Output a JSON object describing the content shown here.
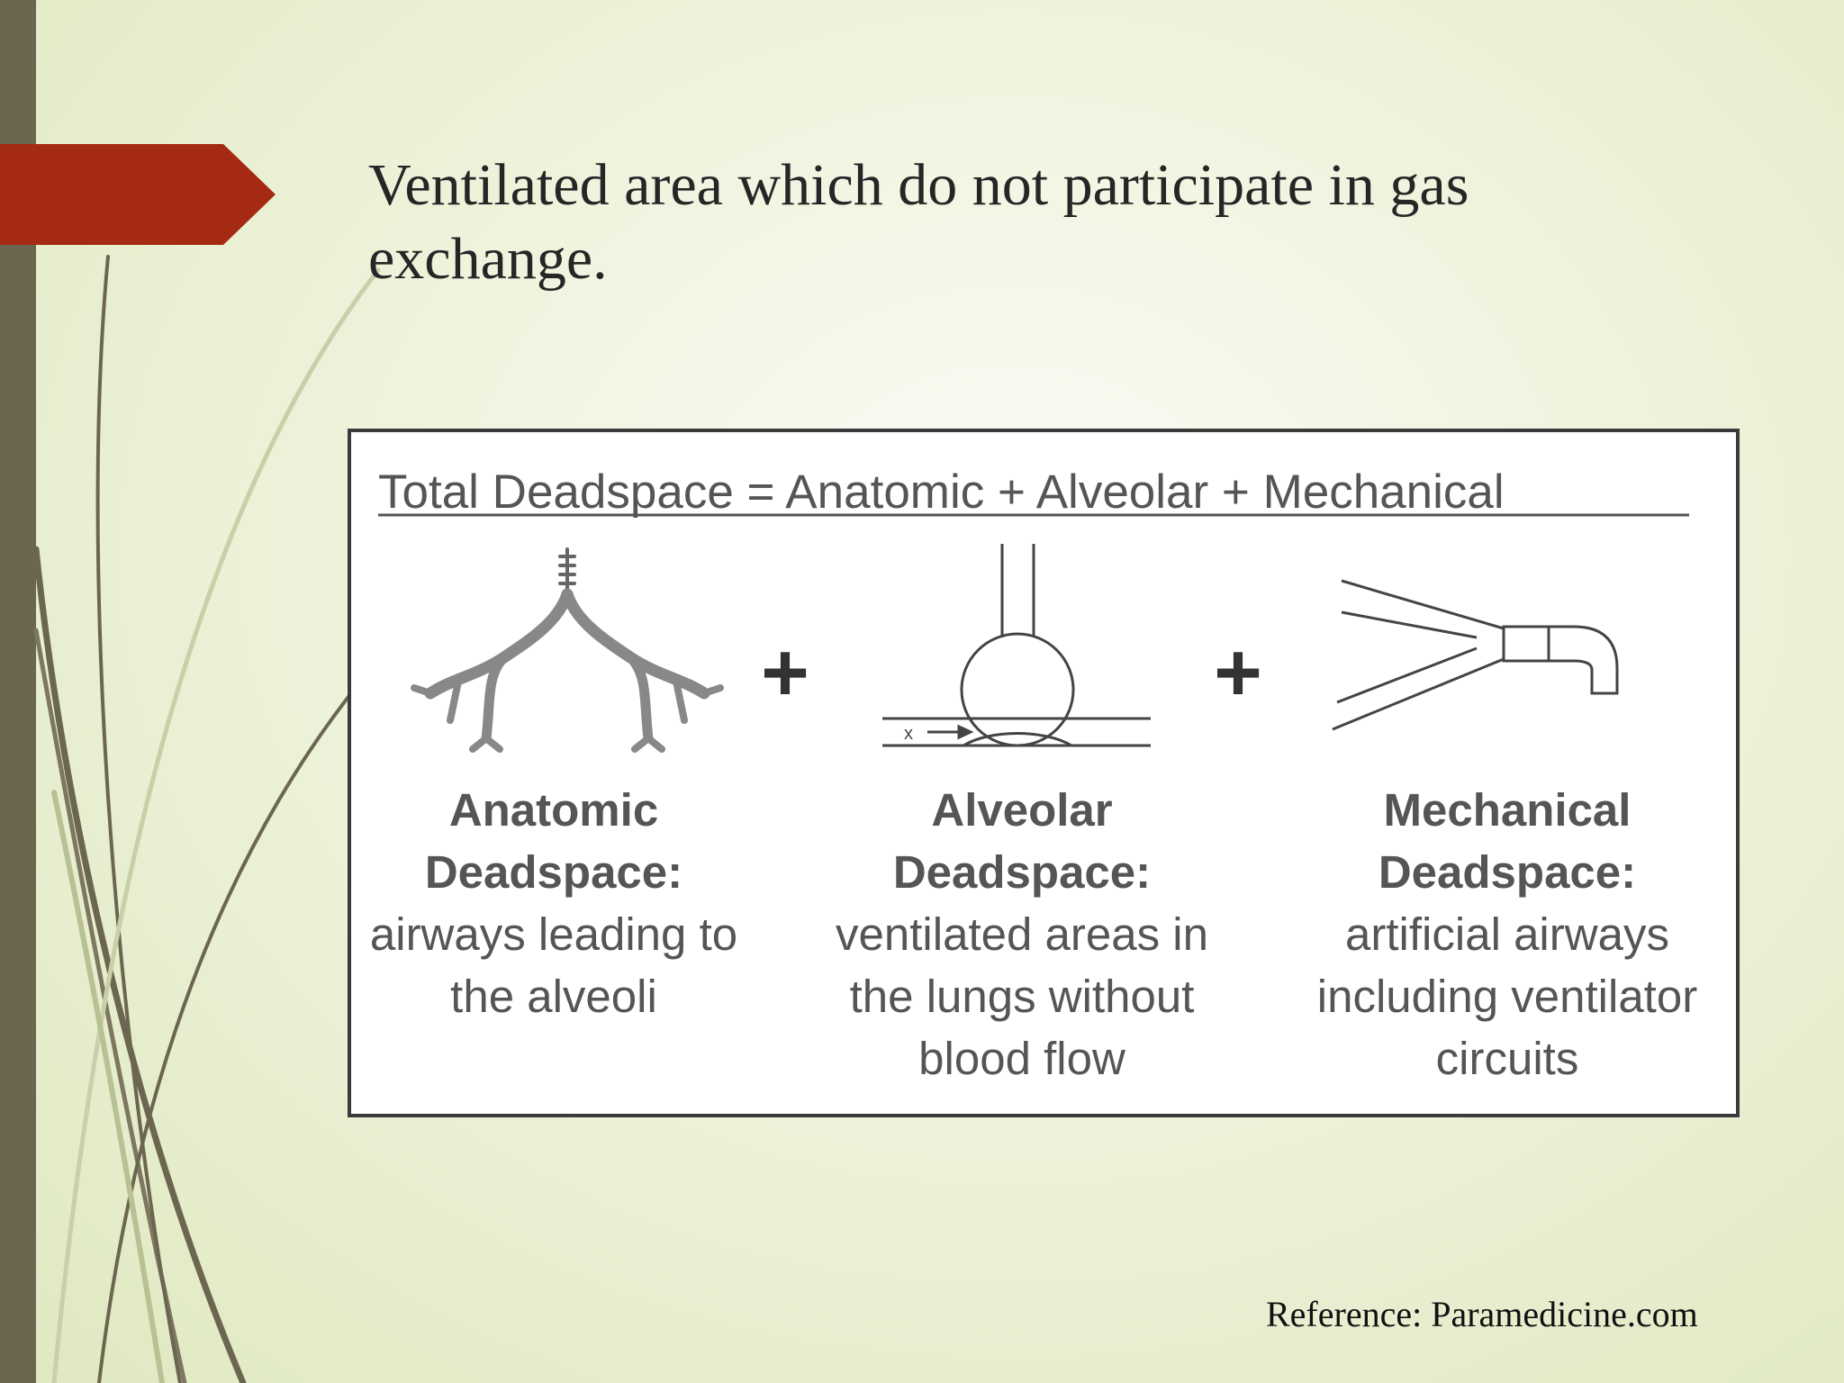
{
  "slide": {
    "title": "Ventilated area which do not participate in gas exchange.",
    "reference": "Reference: Paramedicine.com",
    "colors": {
      "accent": "#a52a14",
      "sidebar": "#6b6650",
      "background": "#eef3dc"
    }
  },
  "diagram": {
    "formula": "Total Deadspace = Anatomic + Alveolar + Mechanical",
    "plus_sign": "+",
    "panels": [
      {
        "title": "Anatomic",
        "title2": "Deadspace:",
        "desc": "airways leading to the alveoli"
      },
      {
        "title": "Alveolar",
        "title2": "Deadspace:",
        "desc": "ventilated areas in the lungs without blood flow"
      },
      {
        "title": "Mechanical",
        "title2": "Deadspace:",
        "desc": "artificial airways including ventilator circuits"
      }
    ],
    "flow_label": "x"
  }
}
